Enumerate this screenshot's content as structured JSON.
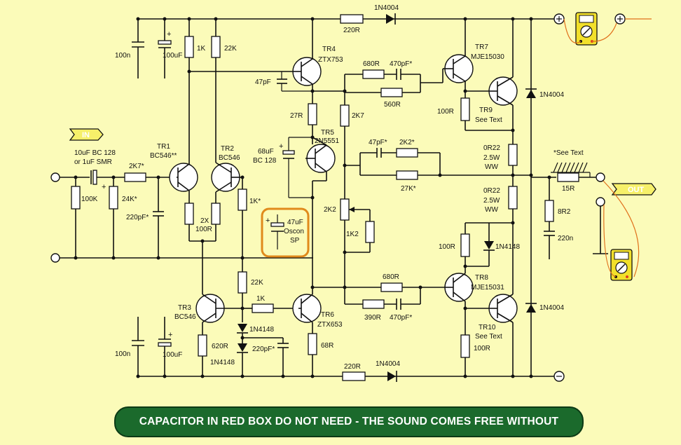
{
  "labels": {
    "in": "IN",
    "out": "OUT",
    "d_top": "1N4004",
    "r_top": "220R",
    "d_bot": "1N4004",
    "r_bot": "220R",
    "c_100n_top": "100n",
    "c_100uf_top": "100uF",
    "r_1k_top": "1K",
    "r_22k_top": "22K",
    "tr4": "TR4",
    "tr4_part": "ZTX753",
    "c_47pf": "47pF",
    "r_680r_top": "680R",
    "c_470pf_top": "470pF*",
    "r_560r": "560R",
    "tr7": "TR7",
    "tr7_part": "MJE15030",
    "r_100r_tr9": "100R",
    "tr9": "TR9",
    "tr9_note": "See Text",
    "d_right_top": "1N4004",
    "r_27r": "27R",
    "r_2k7": "2K7",
    "tr5": "TR5",
    "tr5_part": "2N5551",
    "c_68uf": "68uF",
    "c_68uf_part": "BC 128",
    "c_47pf_star": "47pF*",
    "r_2k2_star": "2K2*",
    "r_27k_star": "27K*",
    "re_top_val": "0R22",
    "re_top_pwr": "2.5W",
    "re_top_type": "WW",
    "re_bot_val": "0R22",
    "re_bot_pwr": "2.5W",
    "re_bot_type": "WW",
    "see_text": "*See Text",
    "r_15r": "15R",
    "r_8r2": "8R2",
    "c_220n": "220n",
    "c_in_1": "10uF BC 128",
    "c_in_2": "or 1uF SMR",
    "r_2k7_star": "2K7*",
    "tr1": "TR1",
    "tr1_part": "BC546**",
    "tr2": "TR2",
    "tr2_part": "BC546",
    "r_100k": "100K",
    "r_24k_star": "24K*",
    "c_220pf_star": "220pF*",
    "r_2x100r_1": "2X",
    "r_2x100r_2": "100R",
    "r_1k_star": "1K*",
    "osc_val": "47uF",
    "osc_name_1": "Oscon",
    "osc_name_2": "SP",
    "pot_2k2": "2K2",
    "r_1k2": "1K2",
    "r_100r_tr8": "100R",
    "d_1n4148_right": "1N4148",
    "r_22k_mid": "22K",
    "r_680r_bot": "680R",
    "tr8": "TR8",
    "tr8_part": "MJE15031",
    "d_right_bot": "1N4004",
    "tr3": "TR3",
    "tr3_part": "BC546",
    "r_1k_mid": "1K",
    "tr6": "TR6",
    "tr6_part": "ZTX653",
    "r_390r": "390R",
    "c_470pf_bot": "470pF*",
    "tr10": "TR10",
    "tr10_note": "See Text",
    "c_100n_bot": "100n",
    "c_100uf_bot": "100uF",
    "r_620r": "620R",
    "d_1n4148_a": "1N4148",
    "c_220pf_bot": "220pF*",
    "d_1n4148_b": "1N4148",
    "r_68r": "68R",
    "r_100r_tr10": "100R",
    "plus": "+",
    "minus": "-"
  },
  "banner": "CAPACITOR IN RED BOX DO NOT NEED - THE SOUND COMES FREE WITHOUT",
  "colors": {
    "background": "#fbfbb9",
    "banner": "#1b6a2c",
    "highlight_box": "#e08a1c",
    "meter": "#f2e02a",
    "probe": "#e0701c"
  }
}
